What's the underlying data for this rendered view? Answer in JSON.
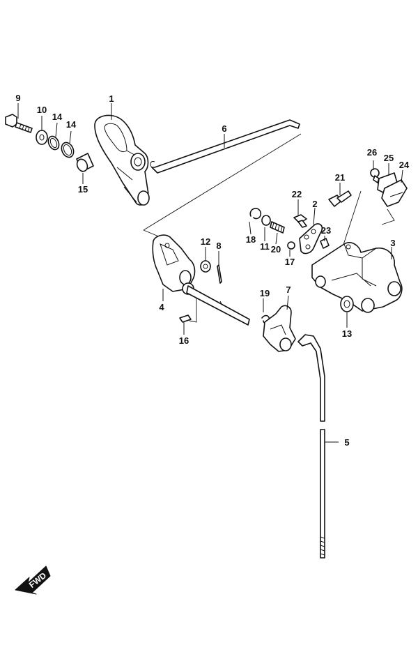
{
  "callouts": [
    {
      "id": "p1",
      "label": "1"
    },
    {
      "id": "p2",
      "label": "2"
    },
    {
      "id": "p3",
      "label": "3"
    },
    {
      "id": "p4",
      "label": "4"
    },
    {
      "id": "p5",
      "label": "5"
    },
    {
      "id": "p6",
      "label": "6"
    },
    {
      "id": "p7",
      "label": "7"
    },
    {
      "id": "p8",
      "label": "8"
    },
    {
      "id": "p9",
      "label": "9"
    },
    {
      "id": "p10",
      "label": "10"
    },
    {
      "id": "p11",
      "label": "11"
    },
    {
      "id": "p12",
      "label": "12"
    },
    {
      "id": "p13",
      "label": "13"
    },
    {
      "id": "p14a",
      "label": "14"
    },
    {
      "id": "p14b",
      "label": "14"
    },
    {
      "id": "p15",
      "label": "15"
    },
    {
      "id": "p16",
      "label": "16"
    },
    {
      "id": "p17",
      "label": "17"
    },
    {
      "id": "p18",
      "label": "18"
    },
    {
      "id": "p19",
      "label": "19"
    },
    {
      "id": "p20",
      "label": "20"
    },
    {
      "id": "p21",
      "label": "21"
    },
    {
      "id": "p22",
      "label": "22"
    },
    {
      "id": "p23",
      "label": "23"
    },
    {
      "id": "p24",
      "label": "24"
    },
    {
      "id": "p25",
      "label": "25"
    },
    {
      "id": "p26",
      "label": "26"
    }
  ],
  "fwd_label": "FWD"
}
